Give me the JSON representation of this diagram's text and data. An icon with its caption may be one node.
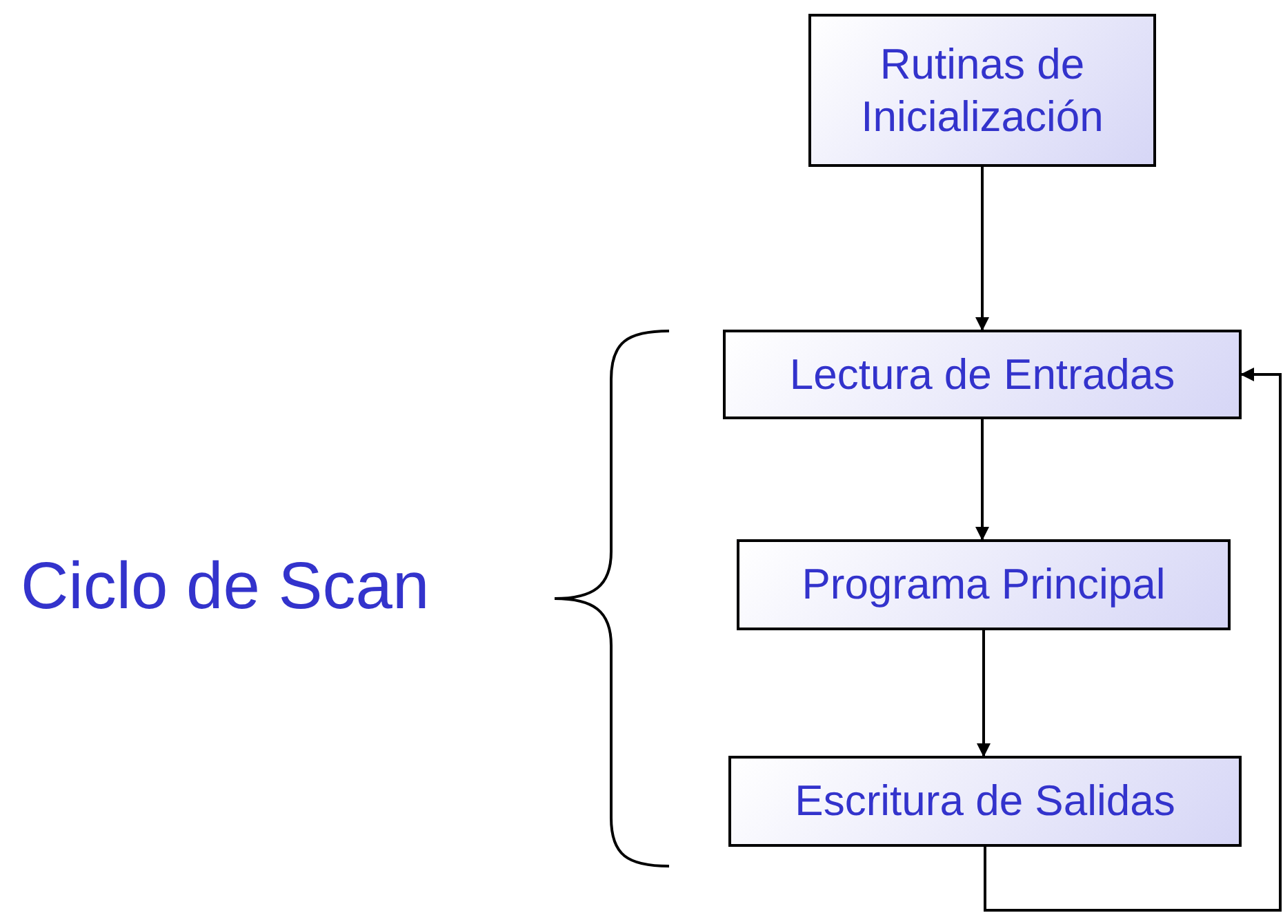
{
  "diagram": {
    "nodes": [
      {
        "text": [
          "Rutinas de Inicialización"
        ]
      },
      {
        "text": [
          "Lectura de Entradas"
        ]
      },
      {
        "text": [
          "Programa Principal"
        ]
      },
      {
        "text": [
          "Escritura de Salidas"
        ]
      }
    ],
    "edges": [
      {
        "from": 0,
        "to": 1,
        "arrow": "to"
      },
      {
        "from": 1,
        "to": 2,
        "arrow": "to"
      },
      {
        "from": 2,
        "to": 3,
        "arrow": "to"
      },
      {
        "from": 3,
        "to": 1,
        "arrow": "to"
      }
    ],
    "labels": [
      "Ciclo de Scan"
    ]
  }
}
